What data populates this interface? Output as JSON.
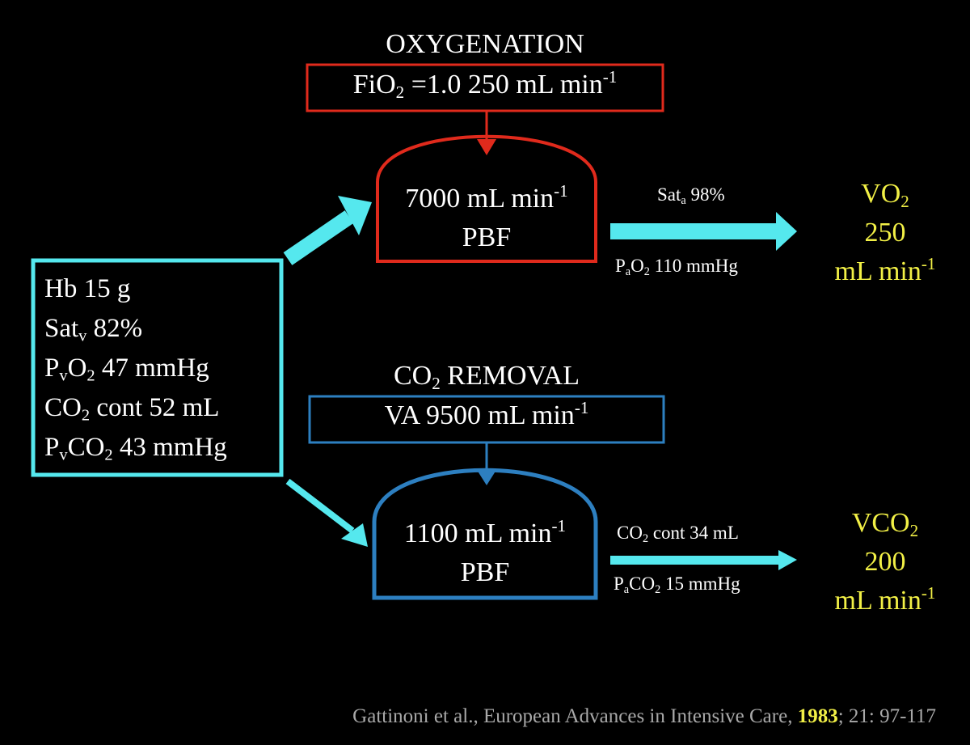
{
  "colors": {
    "background": "#000000",
    "oxygenation_red": "#e02a1c",
    "co2_blue": "#2d7fc0",
    "arrow_cyan": "#55e8ee",
    "result_yellow": "#f2f046",
    "citation_gray": "#a8a8a8"
  },
  "oxygenation": {
    "title": "OXYGENATION",
    "input": {
      "a": "FiO",
      "a_sub": "2",
      "b": " =1.0 250 mL min",
      "b_sup": "-1"
    },
    "chamber": {
      "flow": "7000 mL min",
      "flow_sup": "-1",
      "label": "PBF"
    },
    "outflow_top": {
      "a": "Sat",
      "a_sub": "a",
      "b": " 98%"
    },
    "outflow_bottom": {
      "a": "P",
      "a_sub": "a",
      "b": "O",
      "b_sub": "2",
      "c": " 110 mmHg"
    },
    "result": {
      "a": "VO",
      "a_sub": "2",
      "value": "250",
      "unit": "mL min",
      "unit_sup": "-1"
    }
  },
  "co2_removal": {
    "title": {
      "a": "CO",
      "a_sub": "2",
      "b": " REMOVAL"
    },
    "input": {
      "a": "VA 9500 mL min",
      "a_sup": "-1"
    },
    "chamber": {
      "flow": "1100 mL min",
      "flow_sup": "-1",
      "label": "PBF"
    },
    "outflow_top": {
      "a": "CO",
      "a_sub": "2",
      "b": " cont 34 mL"
    },
    "outflow_bottom": {
      "a": "P",
      "a_sub": "a",
      "b": "CO",
      "b_sub": "2",
      "c": " 15 mmHg"
    },
    "result": {
      "a": "VCO",
      "a_sub": "2",
      "value": "200",
      "unit": "mL min",
      "unit_sup": "-1"
    }
  },
  "venous": {
    "hb": "Hb 15 g",
    "sat": {
      "a": "Sat",
      "a_sub": "v",
      "b": " 82%"
    },
    "po2": {
      "a": "P",
      "a_sub": "v",
      "b": "O",
      "b_sub": "2",
      "c": " 47 mmHg"
    },
    "co2cont": {
      "a": "CO",
      "a_sub": "2",
      "b": " cont 52 mL"
    },
    "pco2": {
      "a": "P",
      "a_sub": "v",
      "b": "CO",
      "b_sub": "2",
      "c": " 43 mmHg"
    }
  },
  "citation": {
    "text": "Gattinoni et al., European Advances in Intensive Care, ",
    "year": "1983",
    "rest": "; 21: 97-117"
  }
}
